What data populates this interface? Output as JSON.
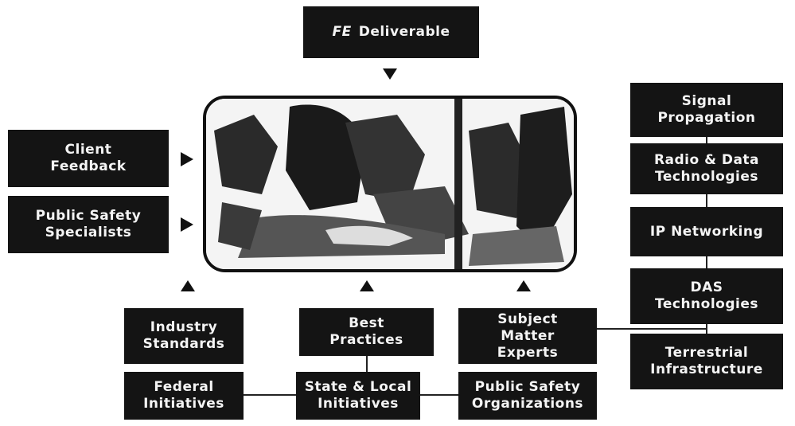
{
  "center": {
    "deliverable_em": "FE",
    "deliverable_label": "Deliverable"
  },
  "left_inputs": [
    {
      "label": "Client\nFeedback"
    },
    {
      "label": "Public Safety\nSpecialists"
    }
  ],
  "bottom_inputs": [
    {
      "label": "Industry\nStandards"
    },
    {
      "label": "Best\nPractices"
    },
    {
      "label": "Subject\nMatter\nExperts"
    }
  ],
  "bottom_row": [
    {
      "label": "Federal\nInitiatives"
    },
    {
      "label": "State & Local\nInitiatives"
    },
    {
      "label": "Public Safety\nOrganizations"
    }
  ],
  "right_column": [
    {
      "label": "Signal\nPropagation"
    },
    {
      "label": "Radio & Data\nTechnologies"
    },
    {
      "label": "IP Networking"
    },
    {
      "label": "DAS\nTechnologies"
    },
    {
      "label": "Terrestrial\nInfrastructure"
    }
  ]
}
